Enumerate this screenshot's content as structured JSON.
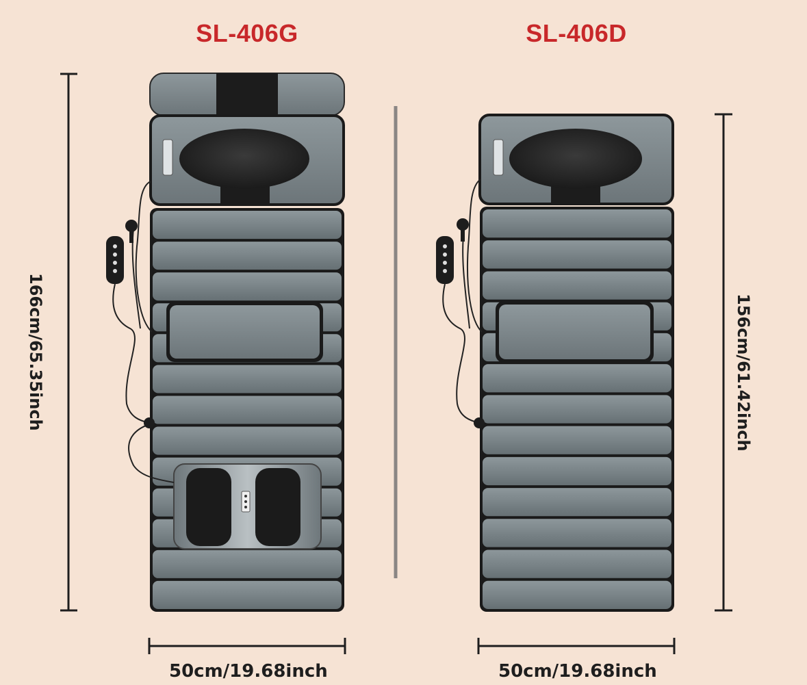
{
  "models": [
    {
      "name": "SL-406G",
      "length": "166cm/65.35inch",
      "width": "50cm/19.68inch",
      "has_foot_massager": true
    },
    {
      "name": "SL-406D",
      "length": "156cm/61.42inch",
      "width": "50cm/19.68inch",
      "has_foot_massager": false
    }
  ],
  "colors": {
    "background": "#f6e3d4",
    "title_red": "#c8282a",
    "mat_gray": "#7c868a",
    "mat_dark": "#1f1f1f"
  }
}
